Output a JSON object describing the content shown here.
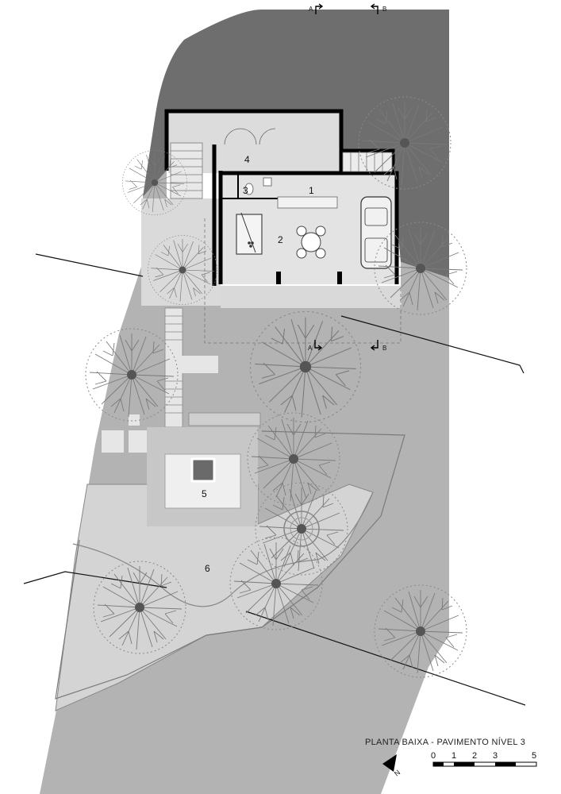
{
  "drawing": {
    "title": "PLANTA BAIXA - PAVIMENTO NÍVEL 3",
    "north_label": "N",
    "section_markers": [
      "A",
      "B"
    ],
    "room_numbers": [
      "1",
      "2",
      "3",
      "4",
      "5",
      "6"
    ],
    "scale_bar": {
      "tick_labels": [
        "0",
        "1",
        "2",
        "3",
        "5"
      ]
    }
  },
  "colors": {
    "terrain_dark": "#6e6e6e",
    "terrain_mid": "#b3b3b3",
    "terrain_light": "#d4d4d4",
    "floor": "#e3e3e3",
    "wall": "#000000",
    "line": "#555555"
  }
}
